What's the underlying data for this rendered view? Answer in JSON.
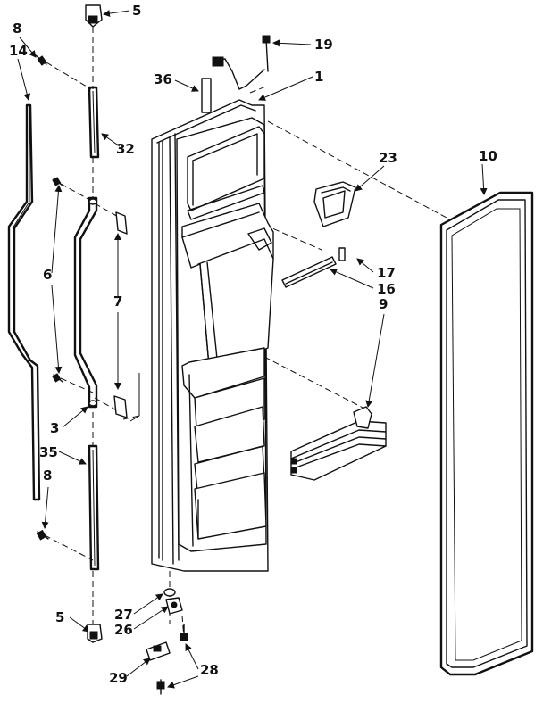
{
  "callouts": [
    {
      "id": "5-top",
      "text": "5"
    },
    {
      "id": "19",
      "text": "19"
    },
    {
      "id": "8-top",
      "text": "8"
    },
    {
      "id": "14",
      "text": "14"
    },
    {
      "id": "36",
      "text": "36"
    },
    {
      "id": "1",
      "text": "1"
    },
    {
      "id": "32",
      "text": "32"
    },
    {
      "id": "23",
      "text": "23"
    },
    {
      "id": "10",
      "text": "10"
    },
    {
      "id": "6",
      "text": "6"
    },
    {
      "id": "7",
      "text": "7"
    },
    {
      "id": "17",
      "text": "17"
    },
    {
      "id": "16",
      "text": "16"
    },
    {
      "id": "9",
      "text": "9"
    },
    {
      "id": "3",
      "text": "3"
    },
    {
      "id": "35",
      "text": "35"
    },
    {
      "id": "8-bottom",
      "text": "8"
    },
    {
      "id": "27",
      "text": "27"
    },
    {
      "id": "26",
      "text": "26"
    },
    {
      "id": "5-bottom",
      "text": "5"
    },
    {
      "id": "29",
      "text": "29"
    },
    {
      "id": "28",
      "text": "28"
    }
  ]
}
